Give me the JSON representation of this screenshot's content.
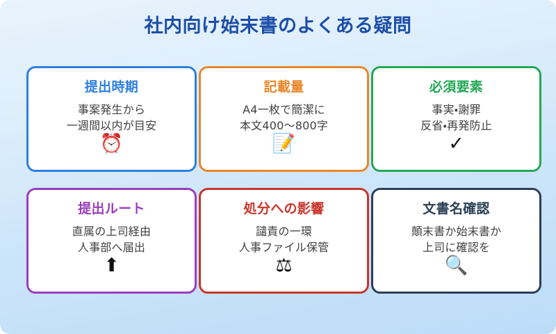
{
  "page": {
    "title": "社内向け始末書のよくある疑問",
    "title_color": "#1d4ea8",
    "background_top_color": "#e8f3fc",
    "background_bottom_color": "#bcdcf8",
    "body_text_color": "#414141",
    "card_background_color": "#ffffff"
  },
  "cards": [
    {
      "title": "提出時期",
      "body": "事案発生から\n一週間以内が目安",
      "icon": "alarm-clock-icon",
      "icon_glyph": "⏰",
      "accent_color": "#2e7fe0",
      "border_color": "#2e7fe0"
    },
    {
      "title": "記載量",
      "body": "A4一枚で簡潔に\n本文400〜800字",
      "icon": "memo-writing-icon",
      "icon_glyph": "📝",
      "accent_color": "#e8872a",
      "border_color": "#e8872a"
    },
    {
      "title": "必須要素",
      "body": "事実・謝罪\n反省・再発防止",
      "icon": "check-mark-icon",
      "icon_glyph": "✓",
      "accent_color": "#23a855",
      "border_color": "#23a855"
    },
    {
      "title": "提出ルート",
      "body": "直属の上司経由\n人事部へ届出",
      "icon": "upload-icon",
      "icon_glyph": "⬆",
      "accent_color": "#9b3dbd",
      "border_color": "#9b3dbd"
    },
    {
      "title": "処分への影響",
      "body": "譴責の一環\n人事ファイル保管",
      "icon": "balance-scale-icon",
      "icon_glyph": "⚖",
      "accent_color": "#c8352a",
      "border_color": "#c8352a"
    },
    {
      "title": "文書名確認",
      "body": "顛末書か始末書か\n上司に確認を",
      "icon": "magnifying-glass-icon",
      "icon_glyph": "🔍",
      "accent_color": "#2b3f55",
      "border_color": "#2b3f55"
    }
  ]
}
